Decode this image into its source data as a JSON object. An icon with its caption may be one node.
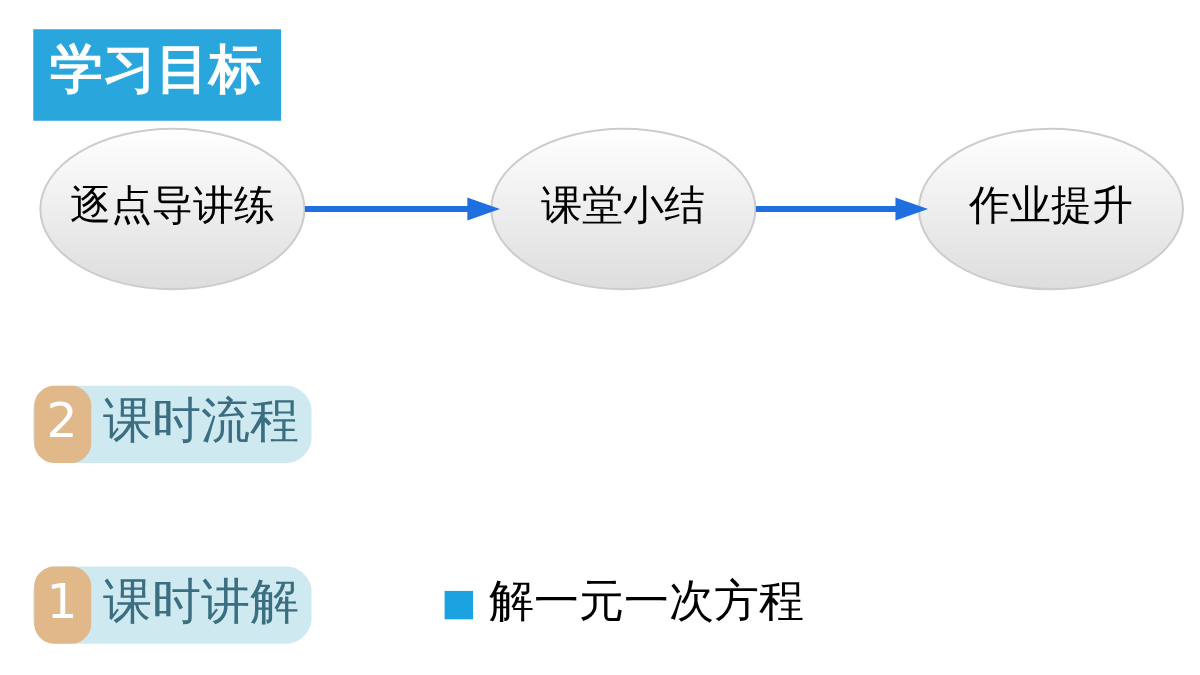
{
  "diagram": {
    "title": "学习目标",
    "nodes": [
      {
        "text": [
          "1",
          "课时讲解"
        ]
      },
      {
        "text": [
          "2",
          "课时流程"
        ]
      },
      {
        "text": [
          "逐点导讲练"
        ]
      },
      {
        "text": [
          "课堂小结"
        ]
      },
      {
        "text": [
          "作业提升"
        ]
      }
    ],
    "edges": [
      {
        "from": 2,
        "to": 3,
        "arrow": "to"
      },
      {
        "from": 3,
        "to": 4,
        "arrow": "to"
      }
    ],
    "labels": [
      "解一元一次方程"
    ]
  }
}
